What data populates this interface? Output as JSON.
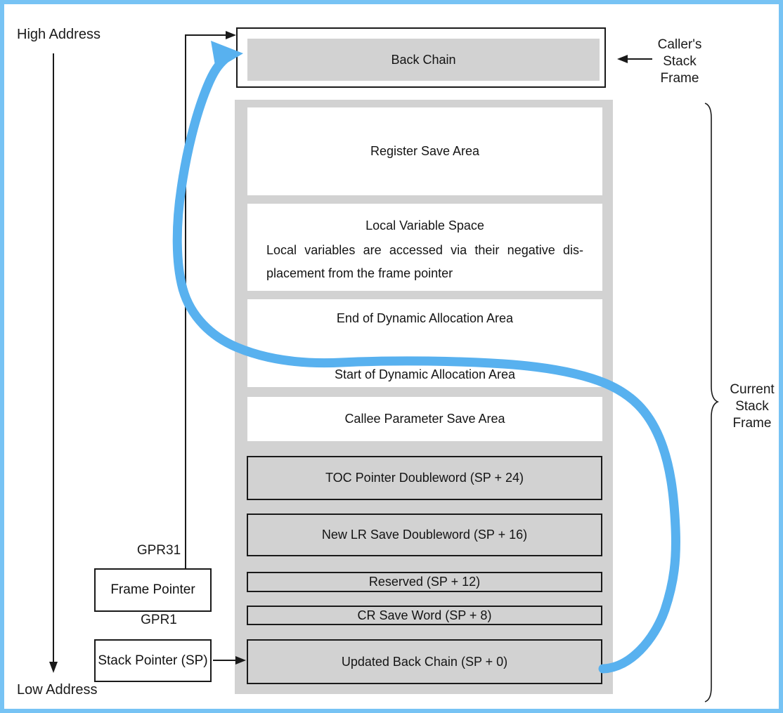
{
  "diagram": {
    "title_semantic": "PowerPC stack frame layout diagram",
    "high_address": "High Address",
    "low_address": "Low Address",
    "back_chain_label": "Back Chain",
    "caller_annotation": [
      "Caller's",
      "Stack",
      "Frame"
    ],
    "current_annotation": [
      "Current",
      "Stack",
      "Frame"
    ],
    "registers": {
      "gpr31": "GPR31",
      "gpr1": "GPR1",
      "frame_pointer": "Frame Pointer",
      "stack_pointer": "Stack Pointer (SP)"
    },
    "sections": [
      {
        "label": "Register Save Area"
      },
      {
        "title": "Local Variable Space",
        "body_line1": "Local variables are accessed via their negative dis-",
        "body_line2": "placement from the frame pointer"
      },
      {
        "top_label": "End of Dynamic Allocation Area",
        "bottom_label": "Start of Dynamic Allocation Area"
      },
      {
        "label": "Callee Parameter Save Area"
      },
      {
        "label": "TOC Pointer Doubleword (SP + 24)"
      },
      {
        "label": "New LR Save Doubleword (SP + 16)"
      },
      {
        "label": "Reserved (SP + 12)"
      },
      {
        "label": "CR Save Word (SP + 8)"
      },
      {
        "label": "Updated Back Chain (SP + 0)"
      }
    ],
    "colors": {
      "frame_border_blue": "#77c3f4",
      "flow_arrow_blue": "#58b1ef",
      "box_gray": "#d2d2d2",
      "line_black": "#1a1a1a"
    }
  }
}
